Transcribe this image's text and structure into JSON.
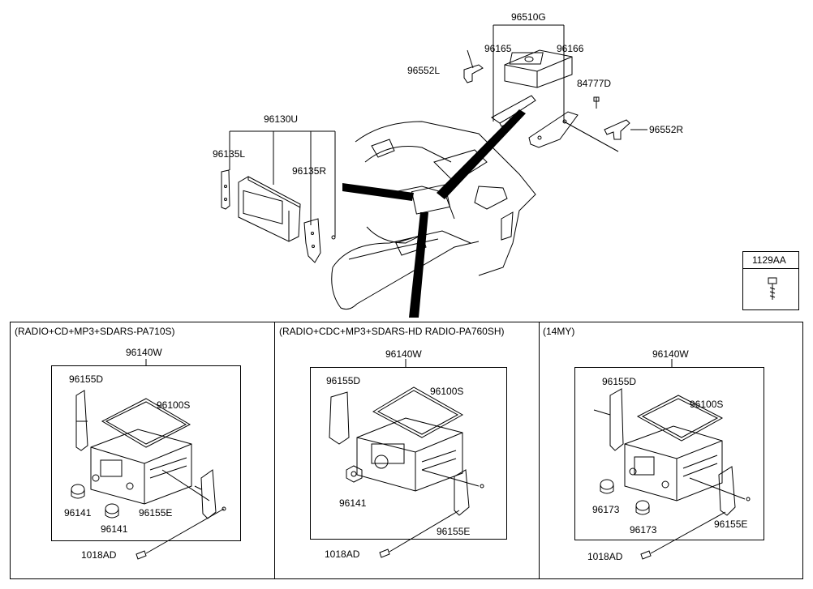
{
  "top_labels": {
    "p96510G": "96510G",
    "p96165": "96165",
    "p96166": "96166",
    "p96552L": "96552L",
    "p84777D": "84777D",
    "p96552R": "96552R",
    "p96130U": "96130U",
    "p96135L": "96135L",
    "p96135R": "96135R"
  },
  "legend_box": {
    "label": "1129AA"
  },
  "sections": [
    {
      "title": "(RADIO+CD+MP3+SDARS-PA710S)",
      "assembly": "96140W",
      "labels": {
        "bracket_top": "96155D",
        "unit": "96100S",
        "knob_a": "96141",
        "knob_b": "96141",
        "bracket_bottom": "96155E",
        "screw": "1018AD"
      }
    },
    {
      "title": "(RADIO+CDC+MP3+SDARS-HD RADIO-PA760SH)",
      "assembly": "96140W",
      "labels": {
        "bracket_top": "96155D",
        "unit": "96100S",
        "knob_a": "96141",
        "bracket_bottom": "96155E",
        "screw": "1018AD"
      }
    },
    {
      "title": "(14MY)",
      "assembly": "96140W",
      "labels": {
        "bracket_top": "96155D",
        "unit": "96100S",
        "knob_a": "96173",
        "knob_b": "96173",
        "bracket_bottom": "96155E",
        "screw": "1018AD"
      }
    }
  ]
}
